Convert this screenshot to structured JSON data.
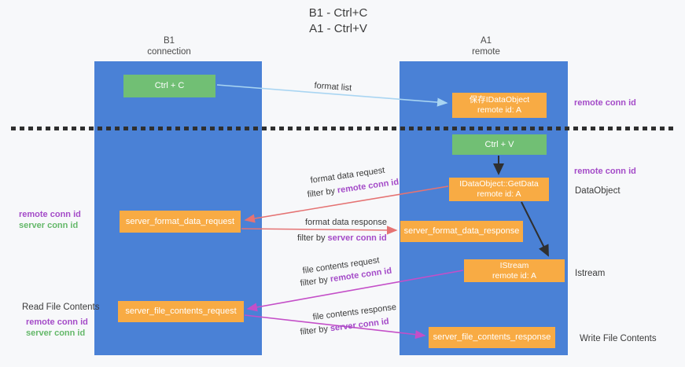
{
  "title": {
    "line1": "B1 - Ctrl+C",
    "line2": "A1 - Ctrl+V"
  },
  "columns": {
    "left": {
      "name": "B1",
      "role": "connection"
    },
    "right": {
      "name": "A1",
      "role": "remote"
    }
  },
  "nodes": {
    "ctrl_c": {
      "label": "Ctrl + C"
    },
    "ctrl_v": {
      "label": "Ctrl + V"
    },
    "save_dataobject": {
      "line1": "保存IDataObject",
      "line2": "remote id: A"
    },
    "getdata": {
      "line1": "IDataObject::GetData",
      "line2": "remote id: A"
    },
    "istream": {
      "line1": "IStream",
      "line2": "remote id: A"
    },
    "server_format_data_request": {
      "label": "server_format_data_request"
    },
    "server_format_data_response": {
      "label": "server_format_data_response"
    },
    "server_file_contents_request": {
      "label": "server_file_contents_request"
    },
    "server_file_contents_response": {
      "label": "server_file_contents_response"
    }
  },
  "flow_labels": {
    "format_list": "format list",
    "format_data_request": "format data request",
    "format_data_response": "format data response",
    "file_contents_request": "file contents request",
    "file_contents_response": "file contents response",
    "filter_by": "filter by ",
    "remote_conn_id": "remote conn id",
    "server_conn_id": "server conn id"
  },
  "side_labels": {
    "remote_conn_id": "remote conn id",
    "server_conn_id": "server conn id",
    "read_file_contents": "Read File Contents",
    "write_file_contents": "Write File Contents",
    "dataobject": "DataObject",
    "istream": "Istream"
  },
  "colors": {
    "bg": "#f7f8fa",
    "column_blue": "#4a81d6",
    "node_green": "#71bf74",
    "node_orange": "#f8ab44",
    "arrow_lightblue": "#a9d5f2",
    "arrow_salmon": "#e57373",
    "arrow_magenta": "#c44fc8",
    "arrow_black": "#2f2f2f",
    "label_purple": "#a44bc8",
    "label_green": "#64b869",
    "text_dark": "#3c3c3c"
  }
}
